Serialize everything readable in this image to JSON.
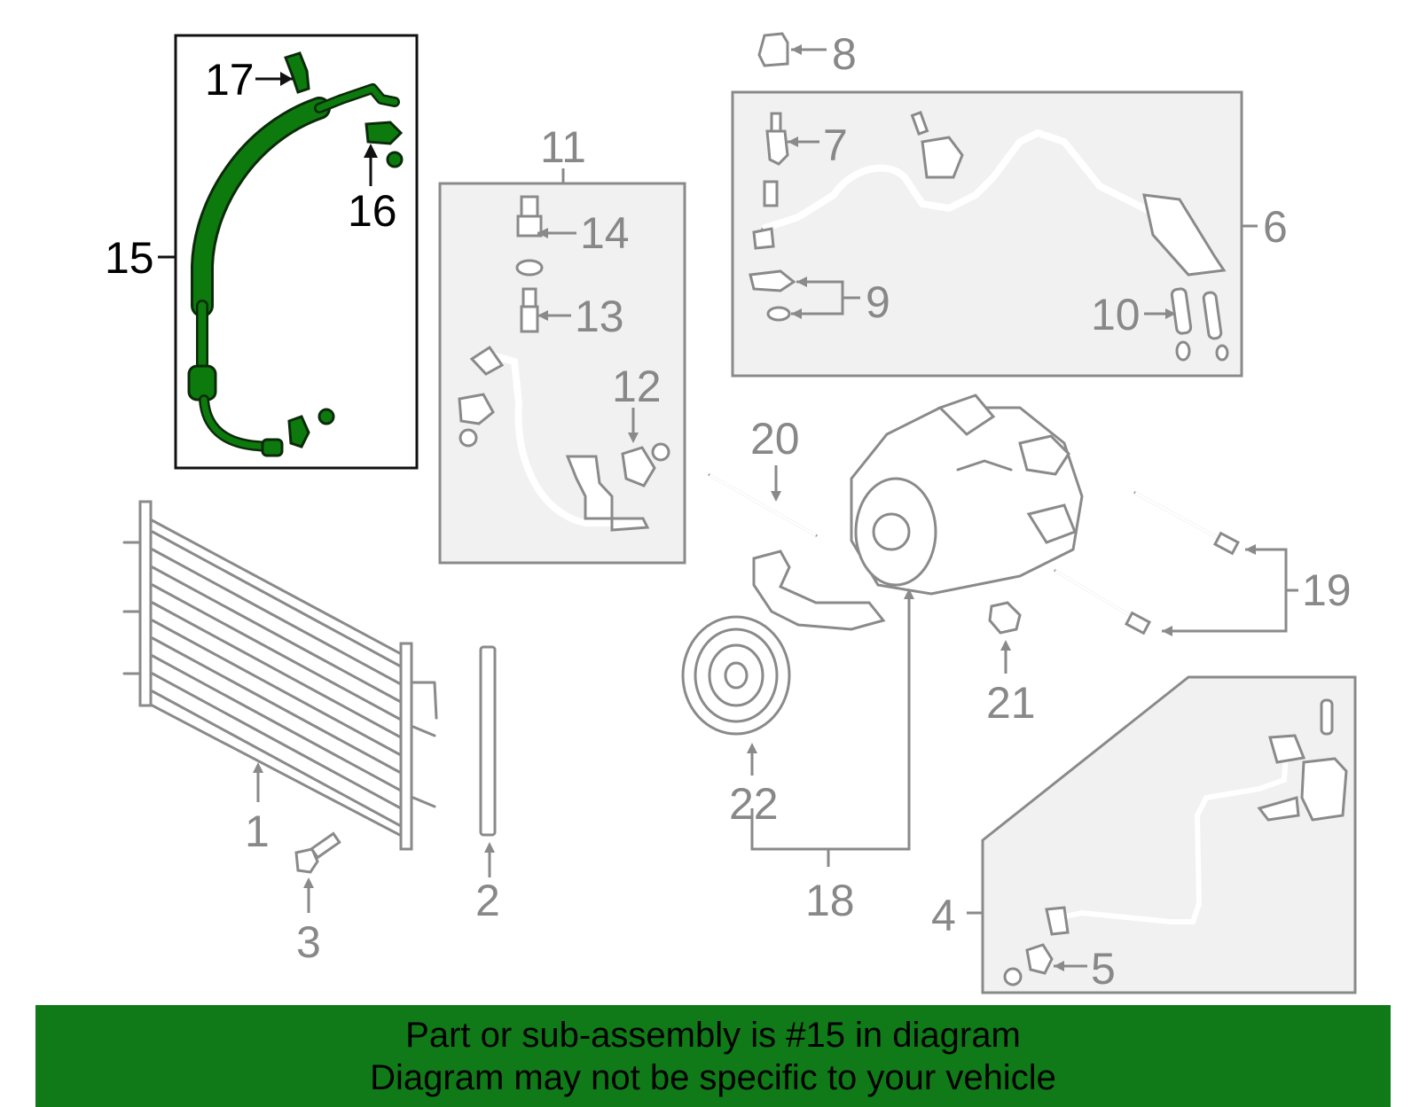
{
  "callouts": {
    "c1": "1",
    "c2": "2",
    "c3": "3",
    "c4": "4",
    "c5": "5",
    "c6": "6",
    "c7": "7",
    "c8": "8",
    "c9": "9",
    "c10": "10",
    "c11": "11",
    "c12": "12",
    "c13": "13",
    "c14": "14",
    "c15": "15",
    "c16": "16",
    "c17": "17",
    "c18": "18",
    "c19": "19",
    "c20": "20",
    "c21": "21",
    "c22": "22"
  },
  "highlight": {
    "part": "15",
    "color": "#0d7a0d"
  },
  "footer": {
    "line1": "Part or sub-assembly is #15 in diagram",
    "line2": "Diagram may not be specific to your vehicle",
    "background": "#0f7a17"
  }
}
